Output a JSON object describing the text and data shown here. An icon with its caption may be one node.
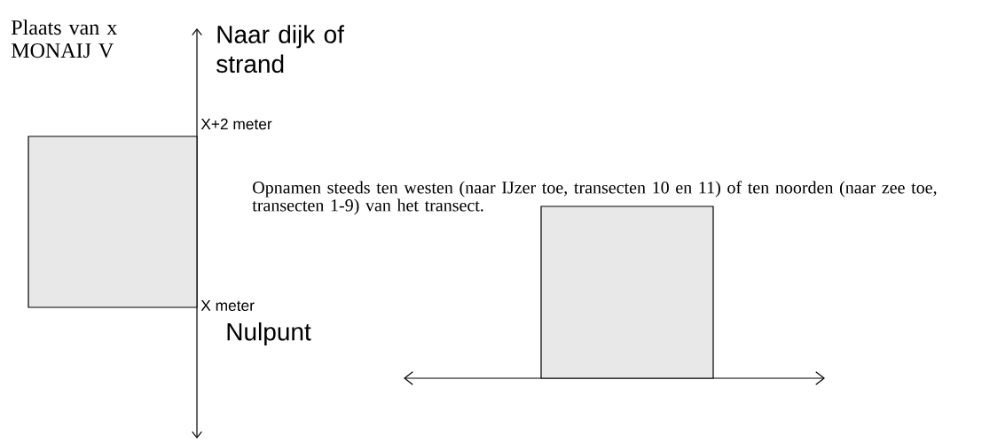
{
  "diagram": {
    "nodes": [
      {
        "text": [],
        "shape": "box"
      },
      {
        "text": [],
        "shape": "box"
      }
    ],
    "labels": [
      "Plaats van x MONAIJ V",
      "Naar dijk of strand",
      "X+2 meter",
      "X meter",
      "Nulpunt",
      "Opnamen steeds ten westen (naar IJzer toe, transecten 10 en 11) of ten noorden (naar zee toe, transecten 1-9) van het transect."
    ]
  }
}
